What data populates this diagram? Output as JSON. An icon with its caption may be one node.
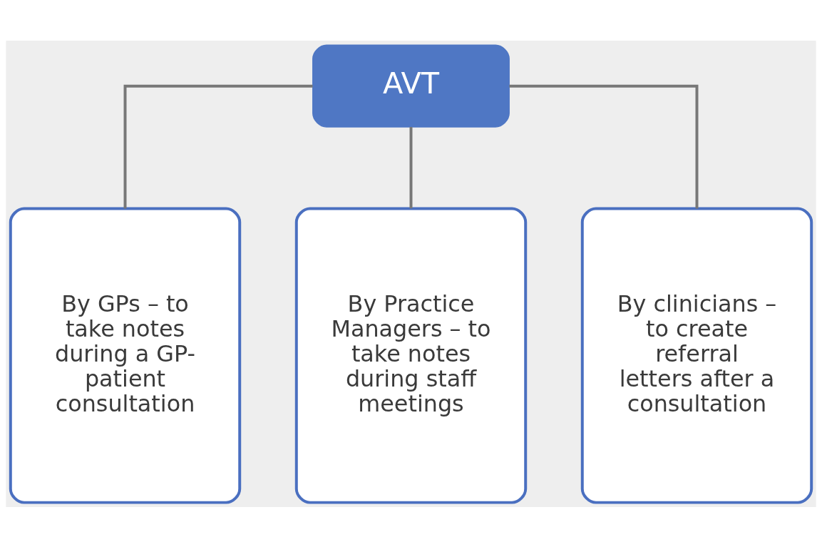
{
  "diagram": {
    "nodes": [
      {
        "text": [
          "AVT"
        ]
      },
      {
        "text": [
          "By GPs – to take notes during a GP-patient consultation"
        ]
      },
      {
        "text": [
          "By Practice Managers – to take notes during staff meetings"
        ]
      },
      {
        "text": [
          "By clinicians – to create referral letters after a consultation"
        ]
      }
    ],
    "edges": [
      {
        "from": 0,
        "to": 1,
        "arrow": "none"
      },
      {
        "from": 0,
        "to": 2,
        "arrow": "none"
      },
      {
        "from": 0,
        "to": 3,
        "arrow": "none"
      }
    ]
  }
}
